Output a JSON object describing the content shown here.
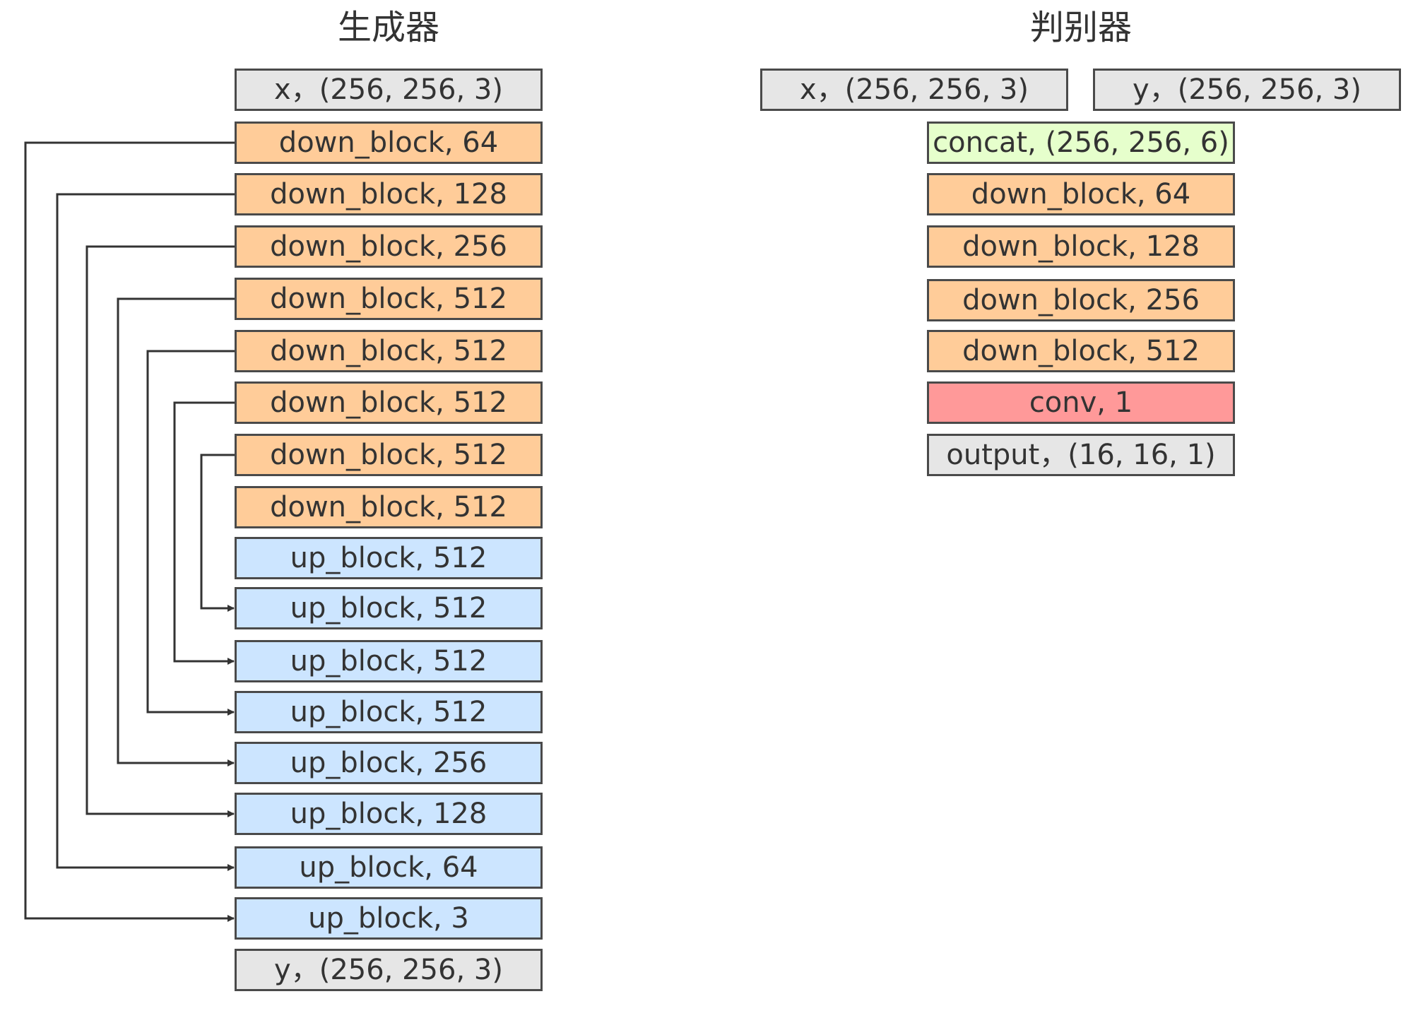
{
  "colors": {
    "io": "#e6e6e6",
    "down_block": "#ffcc99",
    "up_block": "#cce5ff",
    "concat": "#e6ffcc",
    "conv": "#ff9999",
    "stroke": "#4a4a4a"
  },
  "generator": {
    "title": "生成器",
    "blocks": [
      {
        "label": "x，(256, 256, 3)",
        "kind": "io"
      },
      {
        "label": "down_block, 64",
        "kind": "down"
      },
      {
        "label": "down_block, 128",
        "kind": "down"
      },
      {
        "label": "down_block, 256",
        "kind": "down"
      },
      {
        "label": "down_block, 512",
        "kind": "down"
      },
      {
        "label": "down_block, 512",
        "kind": "down"
      },
      {
        "label": "down_block, 512",
        "kind": "down"
      },
      {
        "label": "down_block, 512",
        "kind": "down"
      },
      {
        "label": "down_block, 512",
        "kind": "down"
      },
      {
        "label": "up_block, 512",
        "kind": "up"
      },
      {
        "label": "up_block, 512",
        "kind": "up"
      },
      {
        "label": "up_block, 512",
        "kind": "up"
      },
      {
        "label": "up_block, 512",
        "kind": "up"
      },
      {
        "label": "up_block, 256",
        "kind": "up"
      },
      {
        "label": "up_block, 128",
        "kind": "up"
      },
      {
        "label": "up_block, 64",
        "kind": "up"
      },
      {
        "label": "up_block, 3",
        "kind": "up"
      },
      {
        "label": "y，(256, 256, 3)",
        "kind": "io"
      }
    ],
    "skip_connections": [
      {
        "from": 1,
        "to": 16
      },
      {
        "from": 2,
        "to": 15
      },
      {
        "from": 3,
        "to": 14
      },
      {
        "from": 4,
        "to": 13
      },
      {
        "from": 5,
        "to": 12
      },
      {
        "from": 6,
        "to": 11
      },
      {
        "from": 7,
        "to": 10
      }
    ]
  },
  "discriminator": {
    "title": "判别器",
    "inputs": [
      {
        "label": "x，(256, 256, 3)",
        "kind": "io"
      },
      {
        "label": "y，(256, 256, 3)",
        "kind": "io"
      }
    ],
    "blocks": [
      {
        "label": "concat, (256, 256, 6)",
        "kind": "concat"
      },
      {
        "label": "down_block, 64",
        "kind": "down"
      },
      {
        "label": "down_block, 128",
        "kind": "down"
      },
      {
        "label": "down_block, 256",
        "kind": "down"
      },
      {
        "label": "down_block, 512",
        "kind": "down"
      },
      {
        "label": "conv, 1",
        "kind": "conv"
      },
      {
        "label": "output，(16, 16, 1)",
        "kind": "io"
      }
    ]
  }
}
